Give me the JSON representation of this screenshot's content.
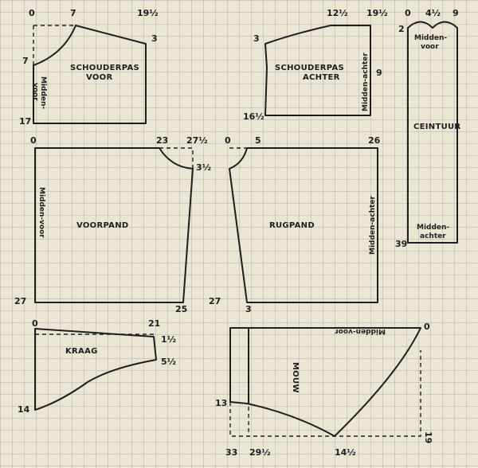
{
  "colors": {
    "paper": "#ebe6d4",
    "grid": "#9a9a9a",
    "ink": "#1e1e1e"
  },
  "pieces": {
    "schouderpas_voor": {
      "label_1": "SCHOUDERPAS",
      "label_2": "VOOR",
      "side_label_1": "Midden-",
      "side_label_2": "voor",
      "marks": [
        "0",
        "7",
        "19½",
        "3",
        "7",
        "17"
      ]
    },
    "schouderpas_achter": {
      "label_1": "SCHOUDERPAS",
      "label_2": "ACHTER",
      "side_label": "Midden-achter",
      "marks": [
        "12½",
        "19½",
        "3",
        "9",
        "16½"
      ]
    },
    "ceintuur": {
      "label": "CEINTUUR",
      "top_label_1": "Midden-",
      "top_label_2": "voor",
      "bottom_label_1": "Midden-",
      "bottom_label_2": "achter",
      "marks": [
        "0",
        "4½",
        "9",
        "2",
        "39"
      ]
    },
    "voorpand": {
      "label": "VOORPAND",
      "side_label": "Midden-voor",
      "marks": [
        "0",
        "23",
        "27½",
        "3½",
        "27",
        "25"
      ]
    },
    "rugpand": {
      "label": "RUGPAND",
      "side_label": "Midden-achter",
      "marks": [
        "0",
        "5",
        "26",
        "27",
        "3"
      ]
    },
    "kraag": {
      "label": "KRAAG",
      "marks": [
        "0",
        "21",
        "1½",
        "5½",
        "14"
      ]
    },
    "mouw": {
      "label": "MOUW",
      "top_label": "Midden-voor",
      "marks": [
        "0",
        "13",
        "33",
        "29½",
        "14½",
        "19"
      ]
    }
  }
}
